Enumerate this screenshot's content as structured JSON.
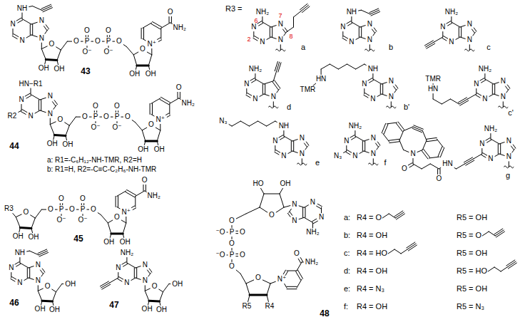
{
  "diagram": {
    "labels": [
      "N",
      "N",
      "N",
      "N",
      "NH",
      "O",
      "OH",
      "OH",
      "O",
      "P",
      "O",
      "O⁻",
      "O",
      "P",
      "O",
      "O⁻",
      "O",
      "O",
      "OH",
      "OH",
      "N⁺",
      "O",
      "NH₂",
      "43",
      "N",
      "N",
      "N",
      "N",
      "HN−R1",
      "R2",
      "O",
      "OH",
      "OH",
      "O",
      "P",
      "O",
      "O⁻",
      "O",
      "P",
      "O",
      "O⁻",
      "O",
      "O",
      "OH",
      "OH",
      "N⁺",
      "O",
      "NH₂",
      "44",
      "a: R1=-C₆H₁₂-NH-TMR, R2=H",
      "b: R1=H, R2=-C≡C-C₂H₆-NH-TMR",
      "R3",
      "O",
      "OH",
      "OH",
      "O",
      "P",
      "O",
      "O⁻",
      "O",
      "P",
      "O",
      "O⁻",
      "O",
      "O",
      "OH",
      "OH",
      "N⁺",
      "O",
      "NH₂",
      "45",
      "N",
      "N",
      "N",
      "N",
      "NH",
      "O",
      "OH",
      "OH",
      "OH",
      "46",
      "N",
      "N",
      "N",
      "N",
      "NH₂",
      "O",
      "OH",
      "OH",
      "OH",
      "47",
      "R3 =",
      "N",
      "N",
      "N",
      "N",
      "NH₂",
      "6",
      "7",
      "2",
      "8",
      "a",
      "N",
      "N",
      "N",
      "N",
      "NH",
      "b",
      "N",
      "N",
      "N",
      "N",
      "NH₂",
      "c",
      "N",
      "N",
      "N",
      "NH₂",
      "d",
      "N",
      "N",
      "N",
      "N",
      "NH",
      "HN",
      "TMR",
      "b'",
      "N",
      "N",
      "N",
      "N",
      "NH₂",
      "HN",
      "TMR",
      "c'",
      "N",
      "N",
      "N",
      "N",
      "NH",
      "N₃",
      "e",
      "N",
      "N",
      "N",
      "N",
      "NH₂",
      "N₃",
      "f",
      "N",
      "N",
      "N",
      "N",
      "NH₂",
      "HN",
      "O",
      "O",
      "N",
      "g",
      "HO",
      "OH",
      "O",
      "N",
      "N",
      "N",
      "N",
      "NH₂",
      "O",
      "P",
      "O",
      "⁻O",
      "O",
      "P",
      "O",
      "⁻O",
      "O",
      "O",
      "R5",
      "R4",
      "N⁺",
      "O",
      "NH₂",
      "48",
      "a:",
      "R4 = O",
      "R5 = OH",
      "b:",
      "R4 = OH",
      "R5 = O",
      "c:",
      "R4 = HO",
      "R5 = OH",
      "d:",
      "R4 = OH",
      "R5 = HO",
      "e:",
      "R4 = N₃",
      "R5 = OH",
      "f:",
      "R4 = OH",
      "R5 = N₃"
    ]
  }
}
